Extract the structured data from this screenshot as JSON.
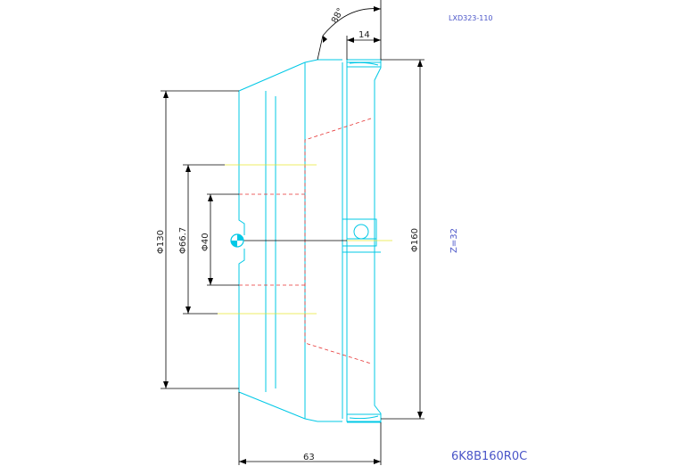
{
  "drawing": {
    "code": "LXD323-110",
    "part_number": "6K8B160R0C",
    "teeth": "Z=32",
    "angle": "88°",
    "dim_width": "14",
    "dim_length": "63",
    "dia_outer": "Φ160",
    "dia_body": "Φ130",
    "dia_bolt_circle": "Φ66.7",
    "dia_bore": "Φ40"
  },
  "colors": {
    "outline": "#00c8e6",
    "dimension": "#000000",
    "hidden": "#e63232",
    "center": "#e6e632",
    "label": "#4a55c8"
  }
}
